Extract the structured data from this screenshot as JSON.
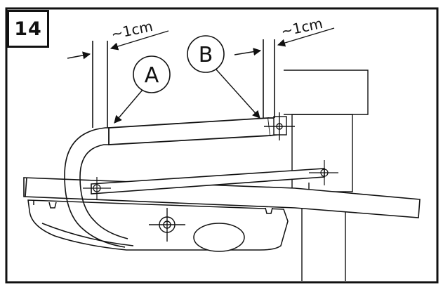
{
  "step_number": "14",
  "callouts": {
    "a": "A",
    "b": "B"
  },
  "gap_left": "~1cm",
  "gap_right": "~1cm",
  "line_color": "#111111",
  "background_color": "#ffffff"
}
